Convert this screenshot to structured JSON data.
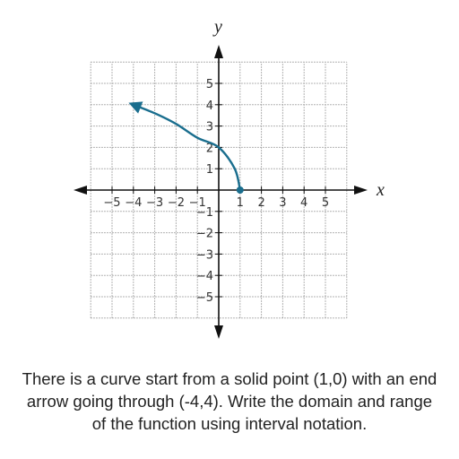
{
  "chart_data": {
    "type": "line",
    "xlabel": "x",
    "ylabel": "y",
    "xlim": [
      -6,
      6
    ],
    "ylim": [
      -6,
      6
    ],
    "grid": true,
    "x_ticks": [
      -5,
      -4,
      -3,
      -2,
      -1,
      1,
      2,
      3,
      4,
      5
    ],
    "y_ticks": [
      -5,
      -4,
      -3,
      -2,
      -1,
      1,
      2,
      3,
      4,
      5
    ],
    "x_tick_labels": [
      "−5",
      "−4",
      "−3",
      "−2",
      "−1",
      "1",
      "2",
      "3",
      "4",
      "5"
    ],
    "y_tick_labels": [
      "−5",
      "−4",
      "−3",
      "−2",
      "−1",
      "1",
      "2",
      "3",
      "4",
      "5"
    ],
    "series": [
      {
        "color": "#1a6e8e",
        "start_point": {
          "x": 1,
          "y": 0,
          "marker": "solid"
        },
        "end": "arrow",
        "points": [
          [
            1,
            0
          ],
          [
            0.75,
            1
          ],
          [
            0,
            2
          ],
          [
            -1,
            2.45
          ],
          [
            -2,
            3.1
          ],
          [
            -3,
            3.6
          ],
          [
            -4,
            4
          ]
        ]
      }
    ]
  },
  "caption": {
    "lines": [
      "There is a curve start from a solid point (1,0) with an end",
      "arrow going through (-4,4). Write the domain and range",
      "of the function using interval notation."
    ]
  }
}
